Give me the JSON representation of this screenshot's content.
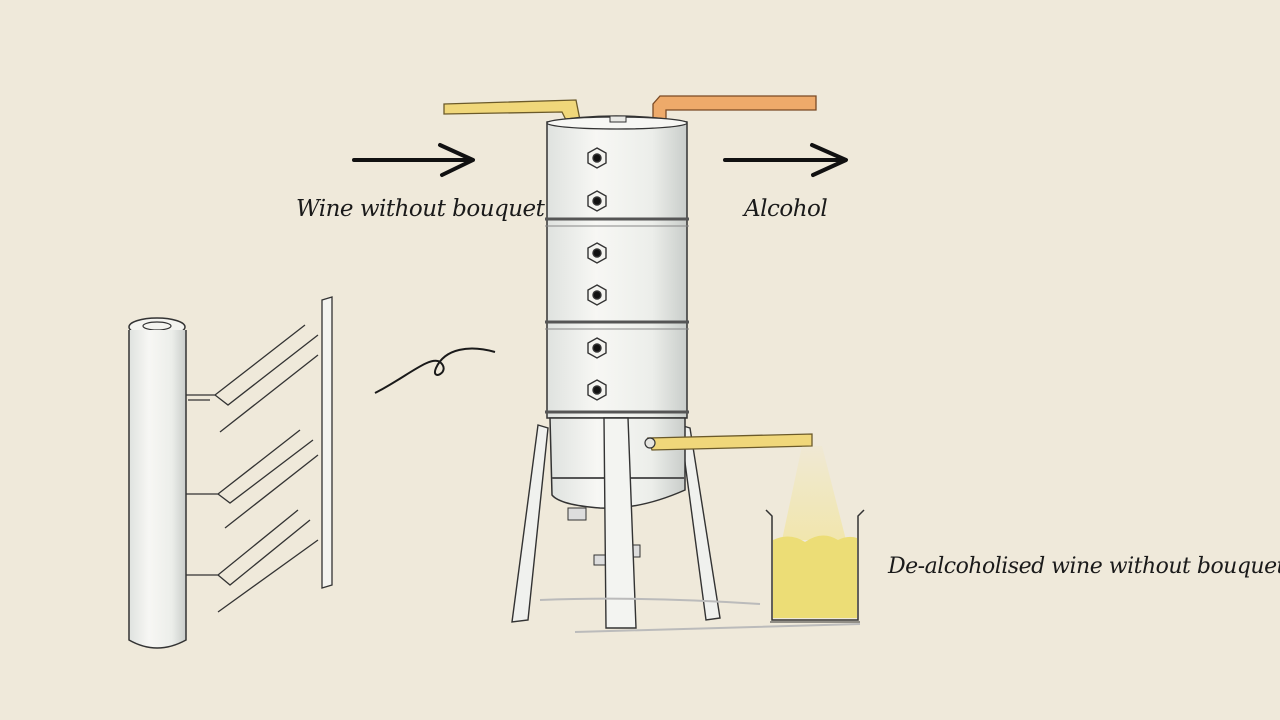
{
  "labels": {
    "wine_in": "Wine without bouquet",
    "alcohol_out": "Alcohol",
    "dealcoholised": "De-alcoholised wine without bouquet"
  },
  "colors": {
    "background": "#efe9da",
    "ink": "#1a1a1a",
    "wine_pipe": "#f0d77a",
    "alcohol_pipe": "#eeaa6a",
    "liquid": "#ecdd76",
    "metal": "#f4f4f0",
    "metal_shade": "#cfd3d0"
  },
  "icons": {
    "inflow_arrow": "arrow-right-icon",
    "outflow_arrow": "arrow-right-icon",
    "nozzle": "hexagon-nozzle-icon"
  }
}
